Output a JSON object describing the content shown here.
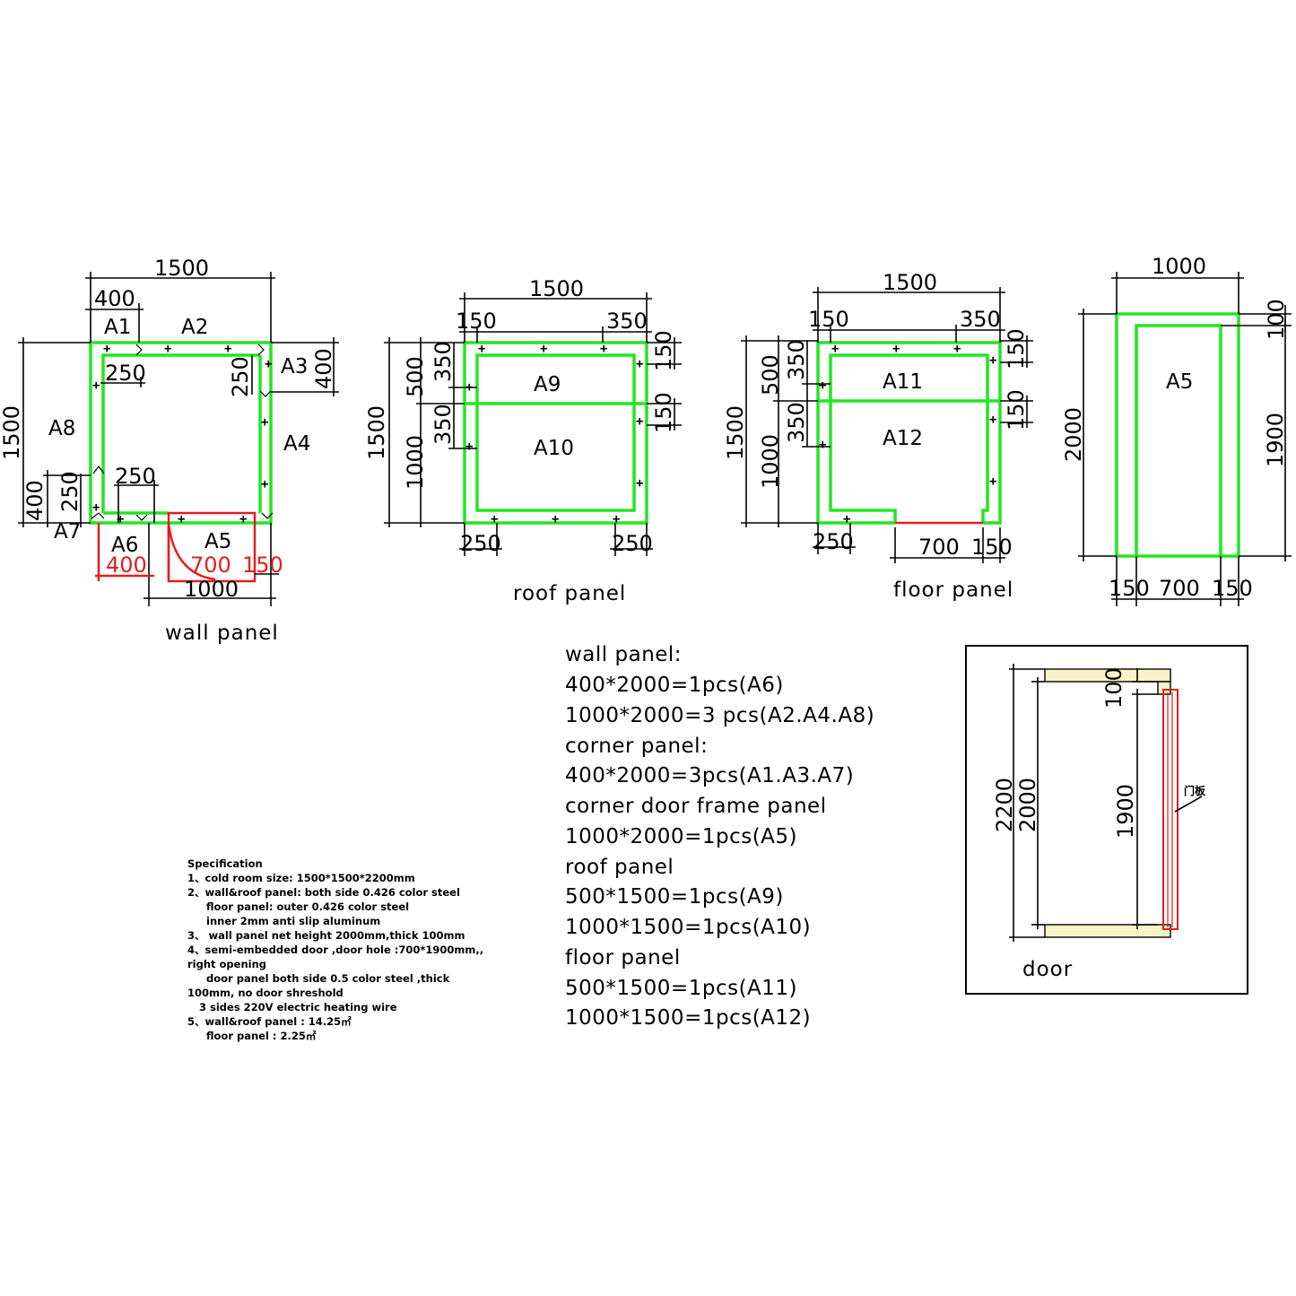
{
  "wall_view": {
    "caption": "wall panel",
    "dims": {
      "total": "1500",
      "a1_width": "400",
      "corner_inset": "250",
      "a3_width": "400",
      "side_total": "1500",
      "a7_a": "400",
      "a7_b": "250",
      "a6_width": "400",
      "door": "700",
      "post": "150",
      "a5_width": "1000"
    },
    "labels": {
      "a1": "A1",
      "a2": "A2",
      "a3": "A3",
      "a4": "A4",
      "a5": "A5",
      "a6": "A6",
      "a7": "A7",
      "a8": "A8"
    }
  },
  "roof_view": {
    "caption": "roof panel",
    "dims": {
      "width": "1500",
      "left_inset": "150",
      "right_inset": "350",
      "height": "1500",
      "part_a": "500",
      "part_b": "1000",
      "split_a": "350",
      "split_b": "350",
      "edge_a": "150",
      "edge_b": "150",
      "bottom_left": "250",
      "bottom_right": "250"
    },
    "labels": {
      "top": "A9",
      "bottom": "A10"
    }
  },
  "floor_view": {
    "caption": "floor panel",
    "dims": {
      "width": "1500",
      "left_inset": "150",
      "right_inset": "350",
      "height": "1500",
      "part_a": "500",
      "part_b": "1000",
      "split_a": "350",
      "split_b": "350",
      "edge_a": "150",
      "edge_b": "150",
      "bottom_left": "250",
      "door": "700",
      "post": "150"
    },
    "labels": {
      "top": "A11",
      "bottom": "A12"
    }
  },
  "door_frame_view": {
    "dims": {
      "width": "1000",
      "top_offset": "100",
      "height": "2000",
      "opening_height": "1900",
      "left": "150",
      "opening": "700",
      "right": "150"
    },
    "labels": {
      "panel": "A5"
    }
  },
  "door_detail": {
    "caption": "door",
    "dims": {
      "outer": "2200",
      "inner": "2000",
      "thickness": "100",
      "opening": "1900"
    },
    "door_leaf_label": "门板"
  },
  "bom": {
    "lines": [
      "wall panel:",
      "400*2000=1pcs(A6)",
      "1000*2000=3 pcs(A2.A4.A8)",
      "corner panel:",
      "400*2000=3pcs(A1.A3.A7)",
      "corner door frame panel",
      "1000*2000=1pcs(A5)",
      "roof panel",
      "500*1500=1pcs(A9)",
      "1000*1500=1pcs(A10)",
      "floor panel",
      "500*1500=1pcs(A11)",
      "1000*1500=1pcs(A12)"
    ]
  },
  "spec": {
    "lines": [
      "Specification",
      "1、cold room size: 1500*1500*2200mm",
      "2、wall&roof panel: both side 0.426 color steel",
      "floor panel: outer 0.426 color steel",
      "inner 2mm anti slip aluminum",
      "3、 wall panel net height 2000mm,thick 100mm",
      "4、semi-embedded door ,door hole :700*1900mm,,",
      "right opening",
      "door panel both side 0.5 color steel ,thick",
      "100mm, no door shreshold",
      "3 sides 220V electric heating wire",
      "5、wall&roof panel : 14.25㎡",
      "floor panel : 2.25㎡"
    ]
  },
  "colors": {
    "panel": "#22e622",
    "door": "#e02020",
    "line": "#000000"
  }
}
